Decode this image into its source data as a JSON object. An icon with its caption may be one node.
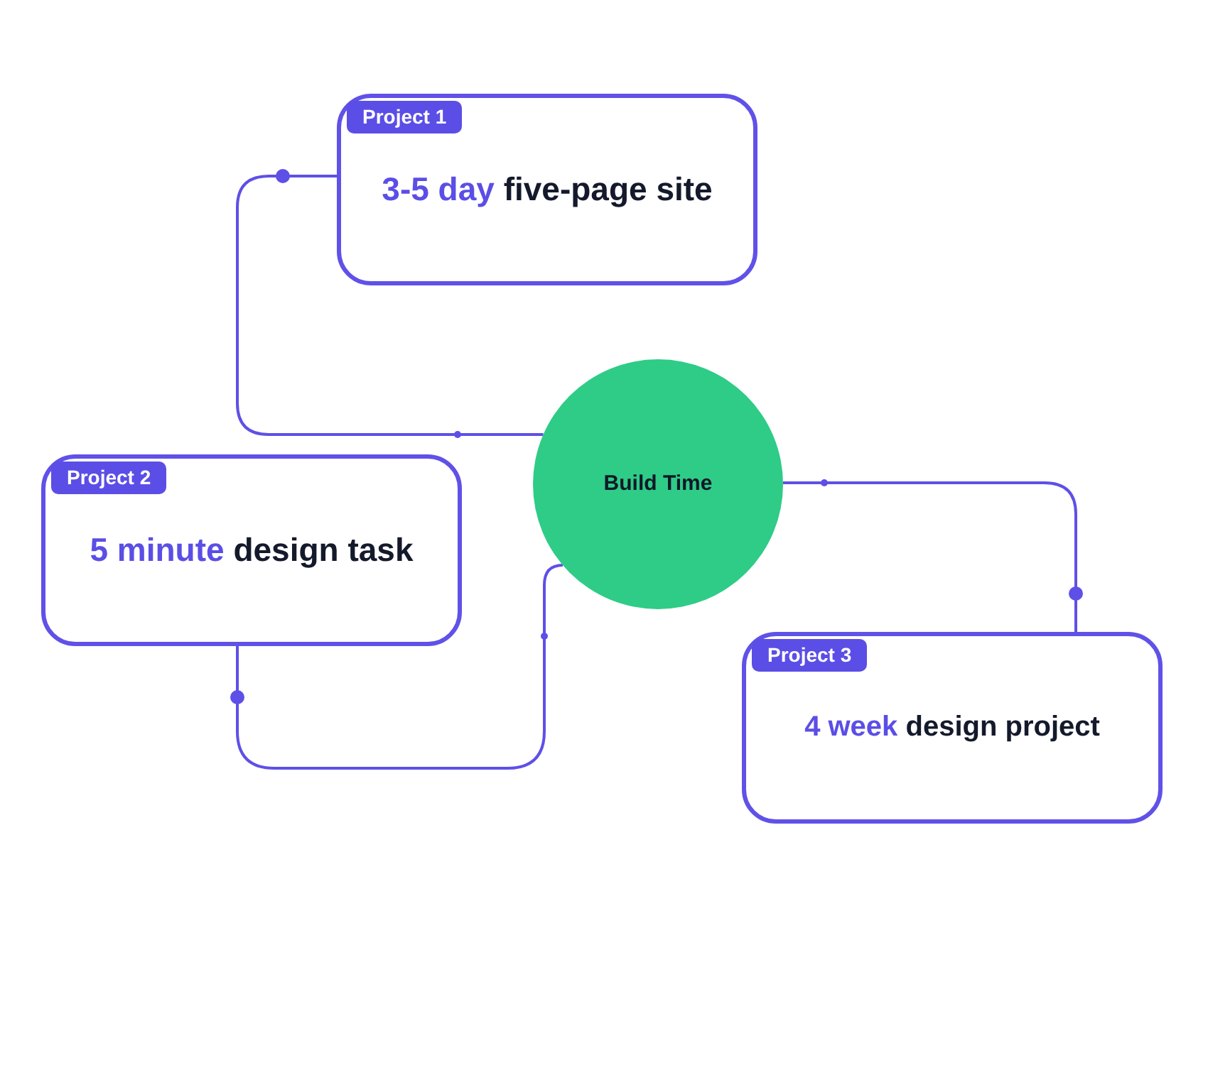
{
  "diagram": {
    "nodes": [
      {
        "text": [
          "Project 1",
          "**3-5 day** five-page site"
        ]
      },
      {
        "text": [
          "Project 2",
          "**5 minute** design task"
        ]
      },
      {
        "text": [
          "Build Time"
        ]
      },
      {
        "text": [
          "Project 3",
          "**4 week** design project"
        ]
      }
    ],
    "edges": [
      {
        "from": 2,
        "to": 0,
        "arrow": "none"
      },
      {
        "from": 2,
        "to": 1,
        "arrow": "none"
      },
      {
        "from": 2,
        "to": 3,
        "arrow": "none"
      }
    ]
  }
}
